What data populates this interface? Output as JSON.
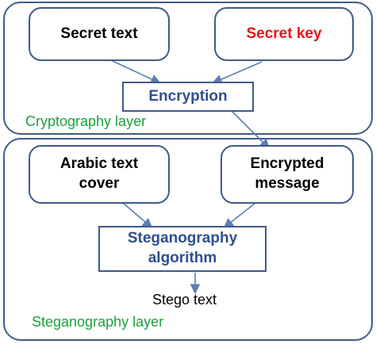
{
  "colors": {
    "border": "#3f5a8a",
    "arrow": "#5b7db8",
    "layer_label": "#1aa33a",
    "secret_key": "#e8141a",
    "process_text": "#2f4f8f",
    "text": "#000000"
  },
  "cryptography_layer": {
    "label": "Cryptography layer",
    "secret_text": "Secret text",
    "secret_key": "Secret key",
    "encryption": "Encryption"
  },
  "steganography_layer": {
    "label": "Steganography layer",
    "arabic_cover_line1": "Arabic text",
    "arabic_cover_line2": "cover",
    "encrypted_line1": "Encrypted",
    "encrypted_line2": "message",
    "algorithm_line1": "Steganography",
    "algorithm_line2": "algorithm",
    "output": "Stego text"
  }
}
